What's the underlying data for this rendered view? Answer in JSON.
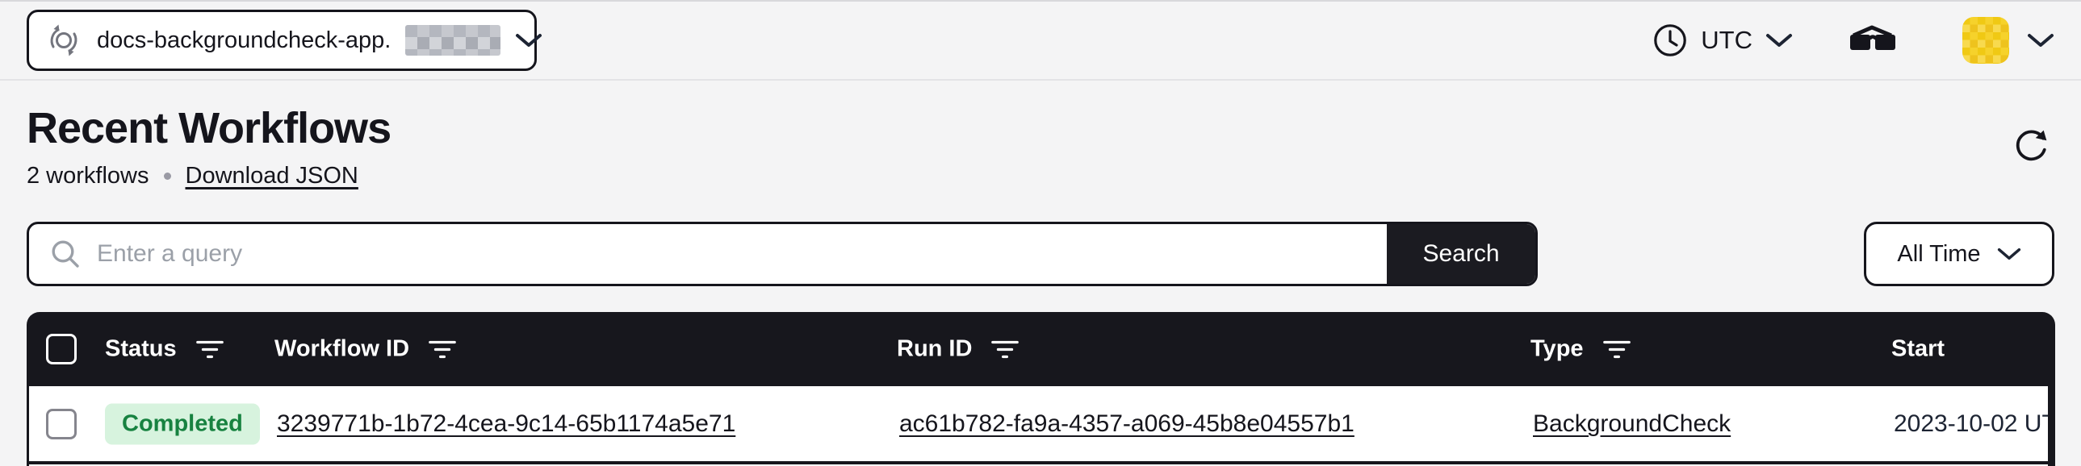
{
  "topbar": {
    "namespace_label": "docs-backgroundcheck-app.",
    "namespace_suffix_redacted": true,
    "timezone_label": "UTC",
    "icons": {
      "namespace": "circular-arrows",
      "clock": "clock",
      "labs": "glasses",
      "account": "avatar-with-chevron",
      "chevron": "chevron-down"
    }
  },
  "main": {
    "title": "Recent Workflows",
    "workflow_count": "2 workflows",
    "download_link_label": "Download JSON",
    "refresh_icon": "refresh-clockwise"
  },
  "search": {
    "placeholder": "Enter a query",
    "value": "",
    "button_label": "Search",
    "time_filter_label": "All Time",
    "search_icon": "magnifier"
  },
  "table": {
    "columns": [
      {
        "label": "Status",
        "filter": true
      },
      {
        "label": "Workflow ID",
        "filter": true
      },
      {
        "label": "Run ID",
        "filter": true
      },
      {
        "label": "Type",
        "filter": true
      },
      {
        "label": "Start",
        "filter": false
      }
    ],
    "rows": [
      {
        "status": "Completed",
        "workflow_id": "3239771b-1b72-4cea-9c14-65b1174a5e71",
        "run_id": "ac61b782-fa9a-4357-a069-45b8e04557b1",
        "type": "BackgroundCheck",
        "start": "2023-10-02 UT"
      }
    ]
  },
  "colors": {
    "page_bg": "#f4f4f5",
    "text_dark": "#15151c",
    "table_header_bg": "#17171d",
    "search_button_bg": "#1b1b21",
    "badge_completed_bg": "#d7f3de",
    "badge_completed_text": "#178240",
    "avatar_yellow": "#f2cb1d",
    "placeholder_gray": "#9ba0a8"
  }
}
